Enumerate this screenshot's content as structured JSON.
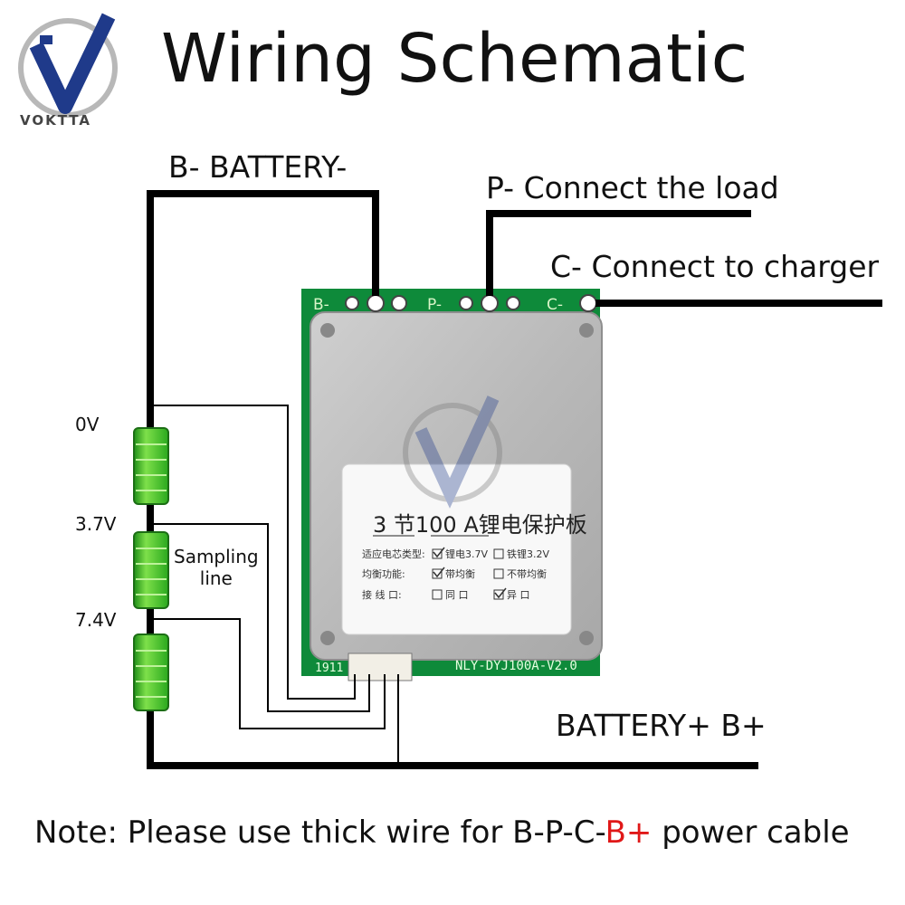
{
  "title": "Wiring Schematic",
  "brand": {
    "name": "VOKTTA",
    "accent": "#1f3a8a"
  },
  "labels": {
    "b_minus": "B- BATTERY-",
    "p_minus": "P- Connect the load",
    "c_minus": "C- Connect to charger",
    "b_plus": "BATTERY+ B+",
    "sampling": "Sampling\nline"
  },
  "voltages": [
    "0V",
    "3.7V",
    "7.4V"
  ],
  "board": {
    "pad_labels": [
      "B-",
      "P-",
      "C-"
    ],
    "model": "NLY-DYJ100A-V2.0",
    "code": "1911",
    "sticker_title": "3 节100 A锂电保护板",
    "sticker_rows": [
      [
        "适应电芯类型:",
        "锂电3.7V",
        "铁锂3.2V"
      ],
      [
        "均衡功能:",
        "带均衡",
        "不带均衡"
      ],
      [
        "接 线 口:",
        "同 口",
        "异 口"
      ]
    ]
  },
  "note": {
    "prefix": "Note: Please use thick wire for B-P-C-",
    "highlight": "B+",
    "suffix": " power cable"
  },
  "colors": {
    "battery": "#39c02c",
    "highlight": "#e01818",
    "board_green": "#0e8a3a"
  }
}
